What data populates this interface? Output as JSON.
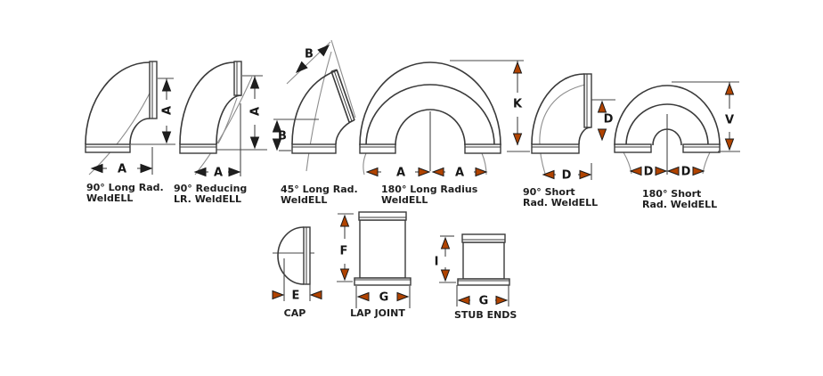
{
  "figures": [
    {
      "label": [
        "90° Long Rad.",
        "WeldELL"
      ],
      "dims": {
        "vertical": "A",
        "horizontal": "A"
      }
    },
    {
      "label": [
        "90° Reducing",
        "LR. WeldELL"
      ],
      "dims": {
        "vertical": "A",
        "horizontal": "A"
      }
    },
    {
      "label": [
        "45° Long Rad.",
        "WeldELL"
      ],
      "dims": {
        "diagonal": "B",
        "vertical": "B"
      }
    },
    {
      "label": [
        "180° Long Radius",
        "WeldELL"
      ],
      "dims": {
        "height": "K",
        "bottom_left": "A",
        "bottom_right": "A"
      }
    },
    {
      "label": [
        "90° Short",
        "Rad. WeldELL"
      ],
      "dims": {
        "vertical": "D",
        "horizontal": "D"
      }
    },
    {
      "label": [
        "180° Short",
        "Rad. WeldELL"
      ],
      "dims": {
        "height": "V",
        "bottom_left": "D",
        "bottom_right": "D"
      }
    },
    {
      "label": [
        "CAP"
      ],
      "dims": {
        "width": "E"
      }
    },
    {
      "label": [
        "LAP JOINT"
      ],
      "dims": {
        "height": "F",
        "width": "G"
      }
    },
    {
      "label": [
        "STUB ENDS"
      ],
      "dims": {
        "height": "I",
        "width": "G"
      }
    }
  ],
  "colors": {
    "arrow_accent": "#b04300",
    "line": "#3a3a3a",
    "text": "#1f1f1f",
    "background": "#ffffff"
  }
}
